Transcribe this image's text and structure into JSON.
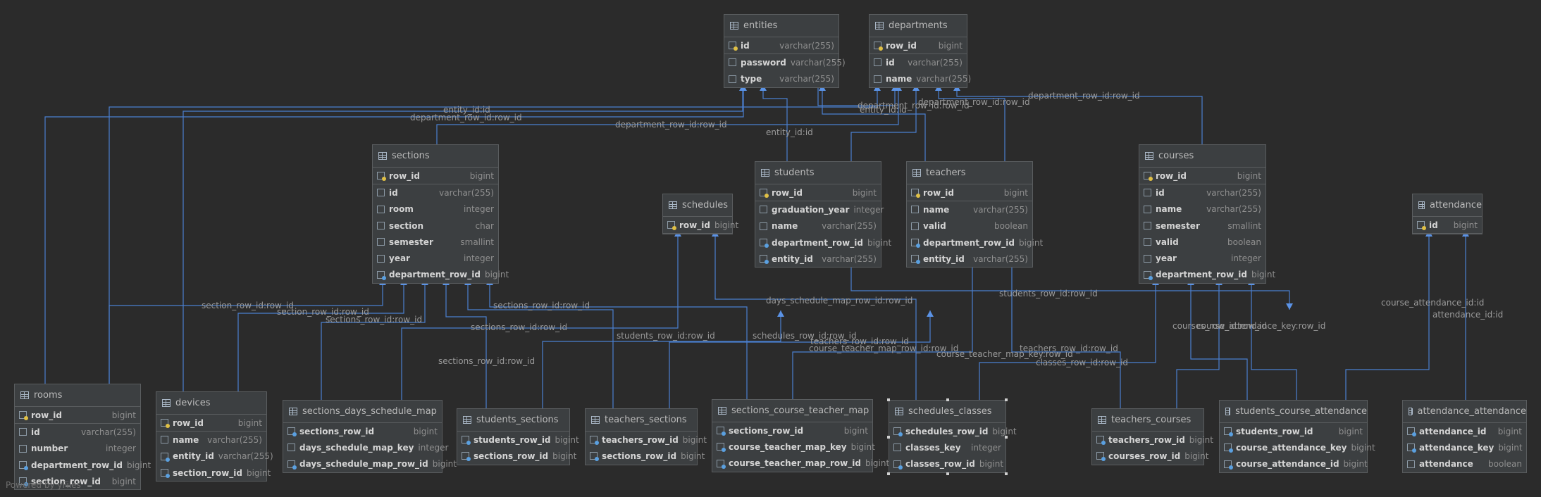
{
  "footer": "Powered by yFiles",
  "tables": [
    {
      "id": "entities",
      "name": "entities",
      "columns": [
        [
          "id",
          "varchar(255)",
          "key"
        ],
        [
          "password",
          "varchar(255)",
          ""
        ],
        [
          "type",
          "varchar(255)",
          ""
        ]
      ]
    },
    {
      "id": "departments",
      "name": "departments",
      "columns": [
        [
          "row_id",
          "bigint",
          "key"
        ],
        [
          "id",
          "varchar(255)",
          ""
        ],
        [
          "name",
          "varchar(255)",
          ""
        ]
      ]
    },
    {
      "id": "sections",
      "name": "sections",
      "columns": [
        [
          "row_id",
          "bigint",
          "key"
        ],
        [
          "id",
          "varchar(255)",
          ""
        ],
        [
          "room",
          "integer",
          ""
        ],
        [
          "section",
          "char",
          ""
        ],
        [
          "semester",
          "smallint",
          ""
        ],
        [
          "year",
          "integer",
          ""
        ],
        [
          "department_row_id",
          "bigint",
          "fk"
        ]
      ]
    },
    {
      "id": "schedules",
      "name": "schedules",
      "columns": [
        [
          "row_id",
          "bigint",
          "key"
        ]
      ]
    },
    {
      "id": "students",
      "name": "students",
      "columns": [
        [
          "row_id",
          "bigint",
          "key"
        ],
        [
          "graduation_year",
          "integer",
          ""
        ],
        [
          "name",
          "varchar(255)",
          ""
        ],
        [
          "department_row_id",
          "bigint",
          "fk"
        ],
        [
          "entity_id",
          "varchar(255)",
          "fk"
        ]
      ]
    },
    {
      "id": "teachers",
      "name": "teachers",
      "columns": [
        [
          "row_id",
          "bigint",
          "key"
        ],
        [
          "name",
          "varchar(255)",
          ""
        ],
        [
          "valid",
          "boolean",
          ""
        ],
        [
          "department_row_id",
          "bigint",
          "fk"
        ],
        [
          "entity_id",
          "varchar(255)",
          "fk"
        ]
      ]
    },
    {
      "id": "courses",
      "name": "courses",
      "columns": [
        [
          "row_id",
          "bigint",
          "key"
        ],
        [
          "id",
          "varchar(255)",
          ""
        ],
        [
          "name",
          "varchar(255)",
          ""
        ],
        [
          "semester",
          "smallint",
          ""
        ],
        [
          "valid",
          "boolean",
          ""
        ],
        [
          "year",
          "integer",
          ""
        ],
        [
          "department_row_id",
          "bigint",
          "fk"
        ]
      ]
    },
    {
      "id": "attendance",
      "name": "attendance",
      "columns": [
        [
          "id",
          "bigint",
          "key"
        ]
      ]
    },
    {
      "id": "rooms",
      "name": "rooms",
      "columns": [
        [
          "row_id",
          "bigint",
          "key"
        ],
        [
          "id",
          "varchar(255)",
          ""
        ],
        [
          "number",
          "integer",
          ""
        ],
        [
          "department_row_id",
          "bigint",
          "fk"
        ],
        [
          "section_row_id",
          "bigint",
          "fk"
        ]
      ]
    },
    {
      "id": "devices",
      "name": "devices",
      "columns": [
        [
          "row_id",
          "bigint",
          "key"
        ],
        [
          "name",
          "varchar(255)",
          ""
        ],
        [
          "entity_id",
          "varchar(255)",
          "fk"
        ],
        [
          "section_row_id",
          "bigint",
          "fk"
        ]
      ]
    },
    {
      "id": "sections_days_schedule_map",
      "name": "sections_days_schedule_map",
      "columns": [
        [
          "sections_row_id",
          "bigint",
          "fk"
        ],
        [
          "days_schedule_map_key",
          "integer",
          ""
        ],
        [
          "days_schedule_map_row_id",
          "bigint",
          "fk"
        ]
      ]
    },
    {
      "id": "students_sections",
      "name": "students_sections",
      "columns": [
        [
          "students_row_id",
          "bigint",
          "fk"
        ],
        [
          "sections_row_id",
          "bigint",
          "fk"
        ]
      ]
    },
    {
      "id": "teachers_sections",
      "name": "teachers_sections",
      "columns": [
        [
          "teachers_row_id",
          "bigint",
          "fk"
        ],
        [
          "sections_row_id",
          "bigint",
          "fk"
        ]
      ]
    },
    {
      "id": "sections_course_teacher_map",
      "name": "sections_course_teacher_map",
      "columns": [
        [
          "sections_row_id",
          "bigint",
          "fk"
        ],
        [
          "course_teacher_map_key",
          "bigint",
          "fk"
        ],
        [
          "course_teacher_map_row_id",
          "bigint",
          "fk"
        ]
      ]
    },
    {
      "id": "schedules_classes",
      "name": "schedules_classes",
      "columns": [
        [
          "schedules_row_id",
          "bigint",
          "fk"
        ],
        [
          "classes_key",
          "integer",
          ""
        ],
        [
          "classes_row_id",
          "bigint",
          "fk"
        ]
      ]
    },
    {
      "id": "teachers_courses",
      "name": "teachers_courses",
      "columns": [
        [
          "teachers_row_id",
          "bigint",
          "fk"
        ],
        [
          "courses_row_id",
          "bigint",
          "fk"
        ]
      ]
    },
    {
      "id": "students_course_attendance",
      "name": "students_course_attendance",
      "columns": [
        [
          "students_row_id",
          "bigint",
          "fk"
        ],
        [
          "course_attendance_key",
          "bigint",
          "fk"
        ],
        [
          "course_attendance_id",
          "bigint",
          "fk"
        ]
      ]
    },
    {
      "id": "attendance_attendance",
      "name": "attendance_attendance",
      "columns": [
        [
          "attendance_id",
          "bigint",
          "fk"
        ],
        [
          "attendance_key",
          "bigint",
          "fk"
        ],
        [
          "attendance",
          "boolean",
          ""
        ]
      ]
    }
  ],
  "edge_labels": [
    "entity_id:id",
    "department_row_id:row_id",
    "department_row_id:row_id",
    "entity_id:id",
    "entity_id:id",
    "department_row_id:row_id",
    "department_row_id:row_id",
    "department_row_id:row_id",
    "section_row_id:row_id",
    "section_row_id:row_id",
    "sections_row_id:row_id",
    "sections_row_id:row_id",
    "sections_row_id:row_id",
    "days_schedule_map_row_id:row_id",
    "schedules_row_id:row_id",
    "students_row_id:row_id",
    "teachers_row_id:row_id",
    "course_teacher_map_row_id:row_id",
    "course_teacher_map_key:row_id",
    "teachers_row_id:row_id",
    "classes_row_id:row_id",
    "students_row_id:row_id",
    "courses_row_id:row_id",
    "course_attendance_key:row_id",
    "course_attendance_id:id",
    "attendance_id:id",
    "sections_row_id:row_id"
  ]
}
